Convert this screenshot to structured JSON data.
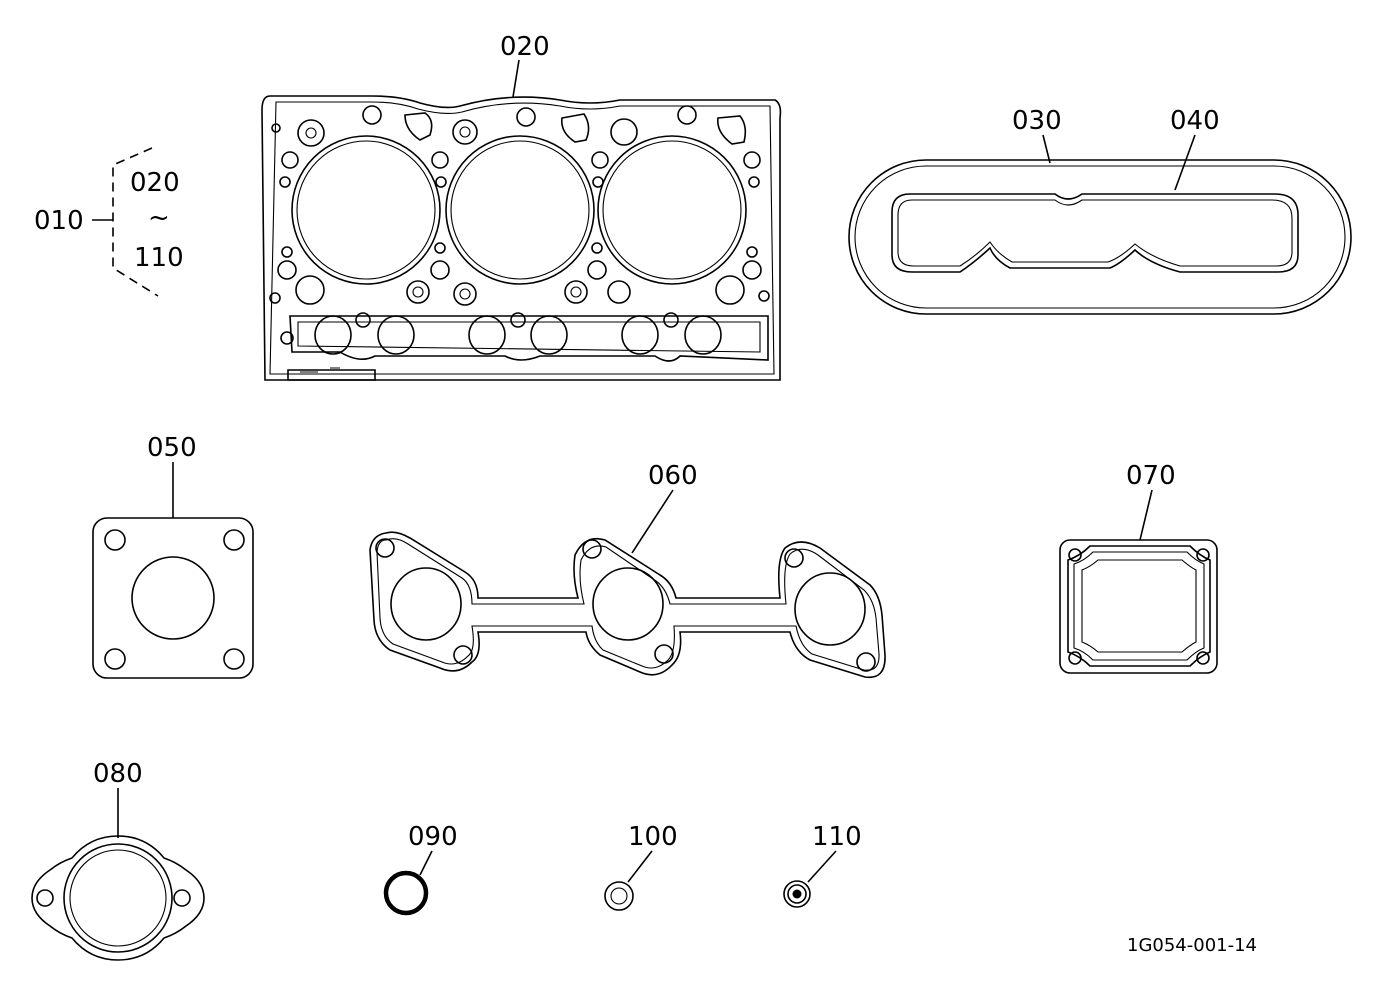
{
  "labels": {
    "set": "010",
    "range_start": "020",
    "range_tilde": "~",
    "range_end": "110",
    "head_gasket": "020",
    "cover_gasket_outer": "030",
    "cover_gasket_inner": "040",
    "square_gasket": "050",
    "manifold_gasket": "060",
    "rect_gasket": "070",
    "oval_gasket": "080",
    "o_ring": "090",
    "washer": "100",
    "seal": "110"
  },
  "drawing_code": "1G054-001-14"
}
